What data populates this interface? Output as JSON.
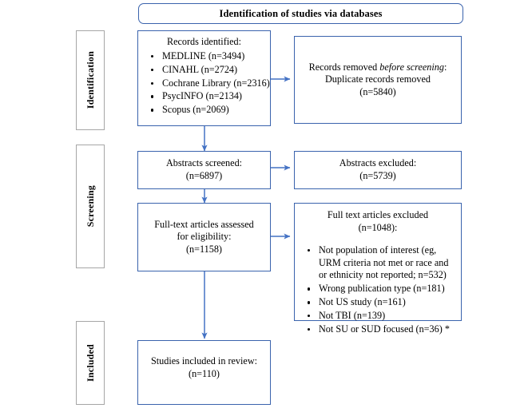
{
  "diagram": {
    "title": "Identification of studies via databases",
    "stages": [
      {
        "name": "identification",
        "label": "Identification"
      },
      {
        "name": "screening",
        "label": "Screening"
      },
      {
        "name": "included",
        "label": "Included"
      }
    ],
    "records_identified": {
      "heading": "Records identified:",
      "sources": [
        "MEDLINE (n=3494)",
        "CINAHL (n=2724)",
        "Cochrane Library (n=2316)",
        "PsycINFO (n=2134)",
        "Scopus (n=2069)"
      ]
    },
    "records_removed": {
      "line1_prefix": "Records removed ",
      "line1_italic": "before screening",
      "line1_suffix": ":",
      "line2": "Duplicate records removed",
      "line3": "(n=5840)"
    },
    "abstracts_screened": {
      "line1": "Abstracts screened:",
      "line2": "(n=6897)"
    },
    "abstracts_excluded": {
      "line1": "Abstracts excluded:",
      "line2": "(n=5739)"
    },
    "fulltext_assessed": {
      "line1": "Full-text articles assessed",
      "line2": "for eligibility:",
      "line3": "(n=1158)"
    },
    "fulltext_excluded": {
      "heading_line1": "Full text articles excluded",
      "heading_line2": "(n=1048):",
      "reasons": [
        "Not population of interest (eg, URM criteria not met or race and or ethnicity not reported; n=532)",
        "Wrong publication type (n=181)",
        "Not US study (n=161)",
        "Not TBI (n=139)",
        "Not SU or SUD focused (n=36) *"
      ]
    },
    "studies_included": {
      "line1": "Studies included in review:",
      "line2": "(n=110)"
    },
    "colors": {
      "box_border": "#3a63ad",
      "stage_border": "#a6a6a6",
      "arrow": "#4472c4",
      "text": "#000000",
      "background": "#ffffff"
    }
  }
}
